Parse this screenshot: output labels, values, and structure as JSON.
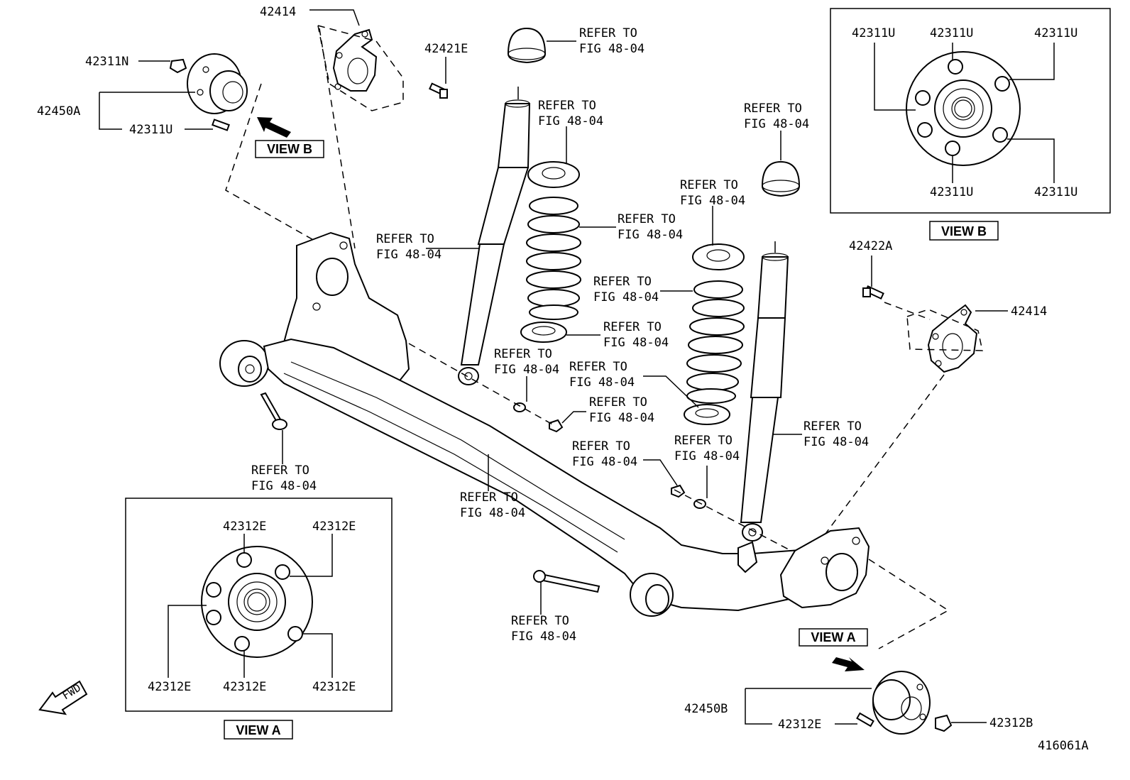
{
  "labels": {
    "p42414_top": "42414",
    "p42311N": "42311N",
    "p42450A": "42450A",
    "p42311U_left": "42311U",
    "p42421E": "42421E",
    "view_b_label": "VIEW B",
    "vb_tl": "42311U",
    "vb_tm": "42311U",
    "vb_tr": "42311U",
    "vb_bm": "42311U",
    "vb_br": "42311U",
    "view_b_caption": "VIEW B",
    "p42422A": "42422A",
    "p42414_right": "42414",
    "va_tl": "42312E",
    "va_tr": "42312E",
    "va_bl": "42312E",
    "va_bm": "42312E",
    "va_br": "42312E",
    "view_a_caption": "VIEW A",
    "view_a_label": "VIEW A",
    "p42450B": "42450B",
    "p42312E_bottom": "42312E",
    "p42312B": "42312B",
    "fwd": "FWD",
    "figure_id": "416061A"
  },
  "refer": {
    "line1": "REFER TO",
    "line2": "FIG 48-04"
  }
}
